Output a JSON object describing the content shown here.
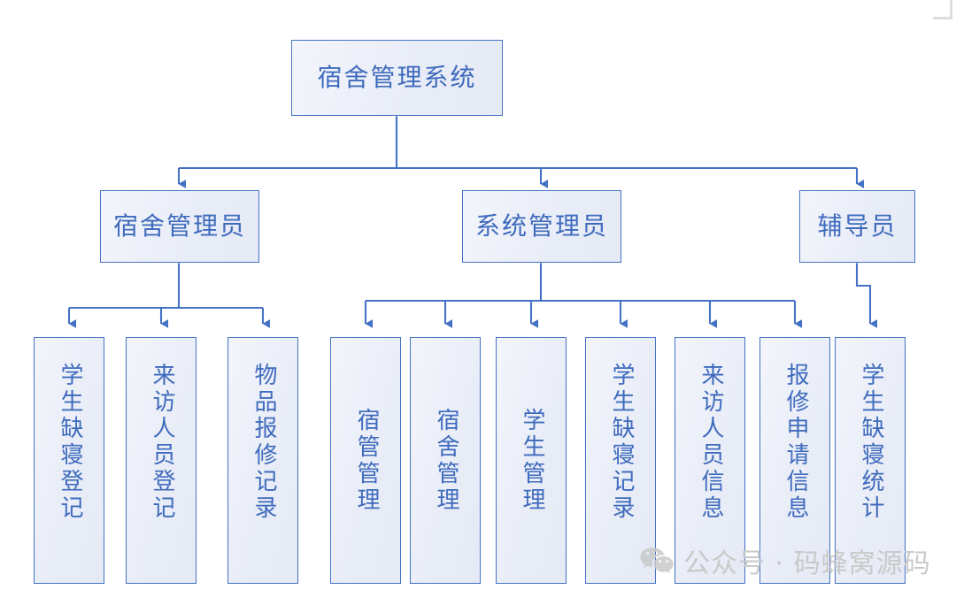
{
  "diagram": {
    "type": "organization-tree",
    "title_node": "宿舍管理系统",
    "root": {
      "id": "root",
      "label": "宿舍管理系统"
    },
    "roles": [
      {
        "id": "role-dorm-admin",
        "label": "宿舍管理员"
      },
      {
        "id": "role-system-admin",
        "label": "系统管理员"
      },
      {
        "id": "role-counselor",
        "label": "辅导员"
      }
    ],
    "leaves": [
      {
        "id": "leaf-1",
        "parent": "role-dorm-admin",
        "label": "学生缺寝登记"
      },
      {
        "id": "leaf-2",
        "parent": "role-dorm-admin",
        "label": "来访人员登记"
      },
      {
        "id": "leaf-3",
        "parent": "role-dorm-admin",
        "label": "物品报修记录"
      },
      {
        "id": "leaf-4",
        "parent": "role-system-admin",
        "label": "宿管管理"
      },
      {
        "id": "leaf-5",
        "parent": "role-system-admin",
        "label": "宿舍管理"
      },
      {
        "id": "leaf-6",
        "parent": "role-system-admin",
        "label": "学生管理"
      },
      {
        "id": "leaf-7",
        "parent": "role-system-admin",
        "label": "学生缺寝记录"
      },
      {
        "id": "leaf-8",
        "parent": "role-system-admin",
        "label": "来访人员信息"
      },
      {
        "id": "leaf-9",
        "parent": "role-system-admin",
        "label": "报修申请信息"
      },
      {
        "id": "leaf-10",
        "parent": "role-counselor",
        "label": "学生缺寝统计"
      }
    ],
    "colors": {
      "box_border": "#4472c4",
      "box_fill": "#e9edf7",
      "text": "#3f6bbd",
      "connector": "#4472c4",
      "background": "#ffffff",
      "watermark": "#c9c9c9"
    }
  },
  "watermark": {
    "icon": "wechat-icon",
    "text": "公众号 · 码蜂窝源码"
  }
}
